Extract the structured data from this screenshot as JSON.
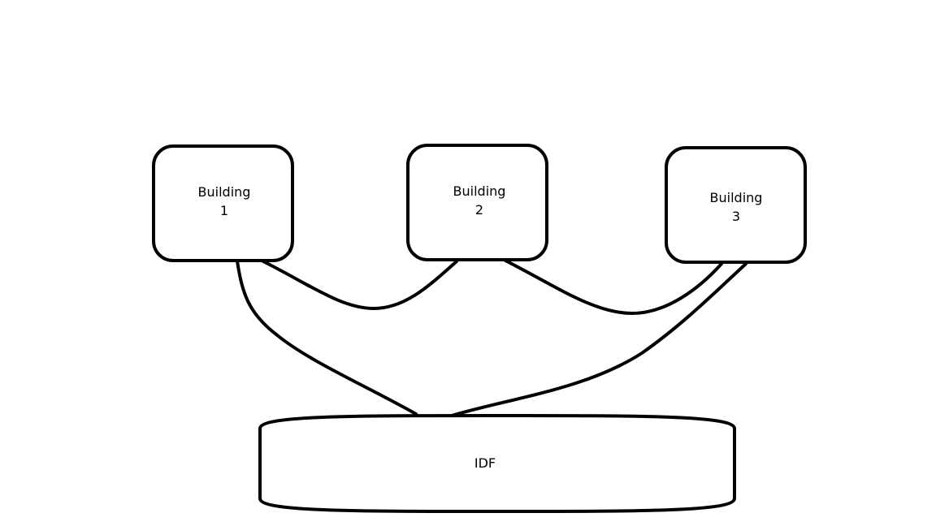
{
  "nodes": {
    "building_1": {
      "line1": "Building",
      "line2": "1"
    },
    "building_2": {
      "line1": "Building",
      "line2": "2"
    },
    "building_3": {
      "line1": "Building",
      "line2": "3"
    },
    "idf": {
      "label": "IDF"
    }
  },
  "connections": [
    {
      "from": "Building 1",
      "to": "Building 2"
    },
    {
      "from": "Building 2",
      "to": "Building 3"
    },
    {
      "from": "Building 1",
      "to": "IDF"
    },
    {
      "from": "Building 3",
      "to": "IDF"
    }
  ],
  "colors": {
    "stroke": "#000000",
    "background": "#ffffff"
  }
}
